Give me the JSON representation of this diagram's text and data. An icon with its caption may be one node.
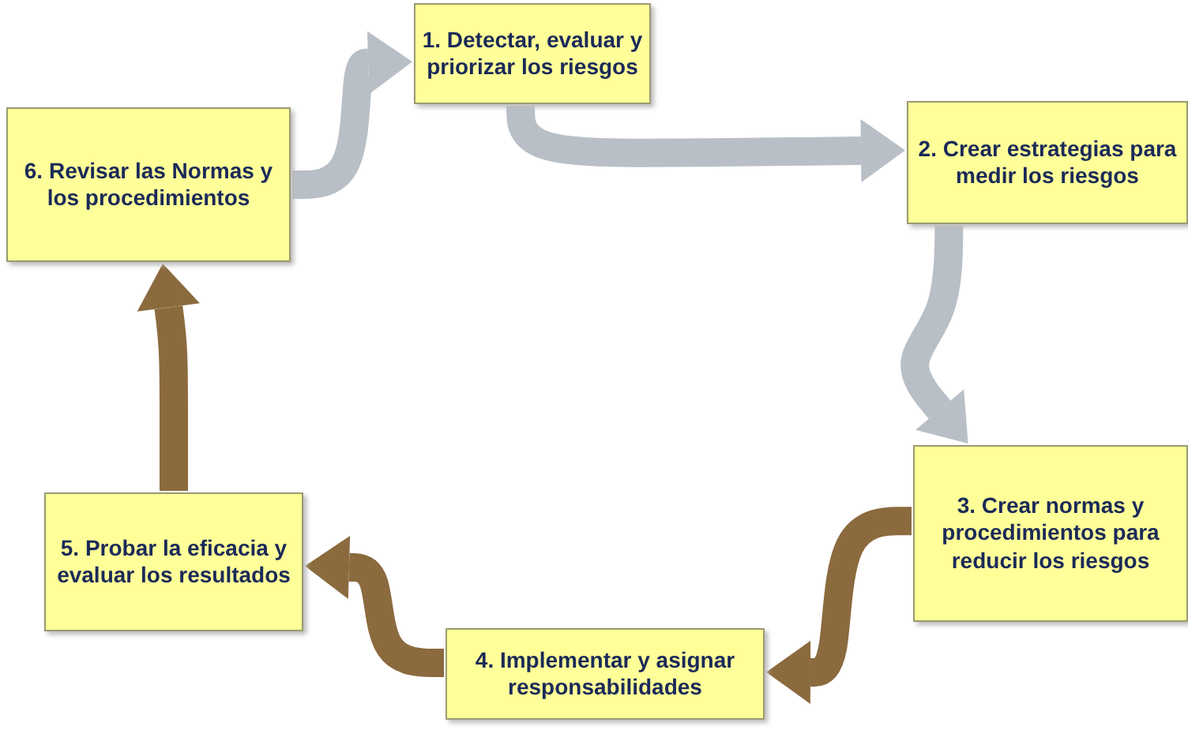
{
  "diagram": {
    "nodes": [
      {
        "text": [
          "1. Detectar, evaluar y priorizar los riesgos"
        ]
      },
      {
        "text": [
          "2. Crear estrategias para medir los riesgos"
        ]
      },
      {
        "text": [
          "3. Crear normas y procedimientos para reducir los riesgos"
        ]
      },
      {
        "text": [
          "4. Implementar y asignar responsabilidades"
        ]
      },
      {
        "text": [
          "5. Probar la eficacia y evaluar los resultados"
        ]
      },
      {
        "text": [
          "6. Revisar las Normas y los procedimientos"
        ]
      }
    ],
    "edges": [
      {
        "from": 0,
        "to": 1,
        "arrow": "to"
      },
      {
        "from": 1,
        "to": 2,
        "arrow": "to"
      },
      {
        "from": 2,
        "to": 3,
        "arrow": "to",
        "color": "#8b6a3e"
      },
      {
        "from": 3,
        "to": 4,
        "arrow": "to",
        "color": "#8b6a3e"
      },
      {
        "from": 4,
        "to": 5,
        "arrow": "to",
        "color": "#8b6a3e"
      },
      {
        "from": 5,
        "to": 0,
        "arrow": "to"
      }
    ]
  }
}
